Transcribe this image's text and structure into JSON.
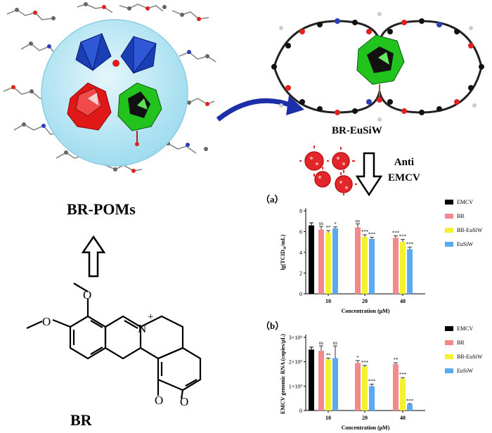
{
  "labels": {
    "br_poms": "BR-POMs",
    "br_eusiw": "BR-EuSiW",
    "br": "BR",
    "anti_line1": "Anti",
    "anti_line2": "EMCV",
    "ring_charge": "+"
  },
  "colors": {
    "emcv": "#000000",
    "br": "#f4888a",
    "br_eusiw": "#f2f230",
    "eusiw": "#5aaaf0",
    "sphere": "#bfe8f5",
    "poly_blue": "#1a3fb4",
    "poly_red": "#e01818",
    "poly_green": "#22c31c",
    "arrow_blue": "#1c2fa8",
    "virus": "#e3262a"
  },
  "chart_data": [
    {
      "type": "bar",
      "panel": "（a）",
      "ylabel": "lg(TCID₅₀/mL)",
      "xlabel": "Concentration (μM)",
      "ylim": [
        0,
        8
      ],
      "yticks": [
        "0",
        "2",
        "4",
        "6",
        "8"
      ],
      "control": {
        "name": "EMCV",
        "value": 6.6,
        "err": 0.25
      },
      "categories": [
        "10",
        "20",
        "40"
      ],
      "series": [
        {
          "name": "BR",
          "values": [
            6.2,
            6.4,
            5.4
          ],
          "err": [
            0.3,
            0.35,
            0.2
          ],
          "sig": [
            "ns",
            "ns",
            "***"
          ]
        },
        {
          "name": "BR-EuSiW",
          "values": [
            5.9,
            5.5,
            5.0
          ],
          "err": [
            0.2,
            0.2,
            0.25
          ],
          "sig": [
            "**",
            "***",
            "***"
          ]
        },
        {
          "name": "EuSiW",
          "values": [
            6.3,
            5.3,
            4.3
          ],
          "err": [
            0.15,
            0.15,
            0.2
          ],
          "sig": [
            "*",
            "***",
            "***"
          ]
        }
      ]
    },
    {
      "type": "bar",
      "panel": "（b）",
      "ylabel": "EMCV genomic RNA (copies/μL)",
      "xlabel": "Concentration (μM)",
      "ylim": [
        0,
        3
      ],
      "yticks": [
        "0",
        "1×10⁹",
        "2×10⁹",
        "3×10⁹"
      ],
      "control": {
        "name": "EMCV",
        "value": 2.5,
        "err": 0.1
      },
      "categories": [
        "10",
        "20",
        "40"
      ],
      "series": [
        {
          "name": "BR",
          "values": [
            2.45,
            1.95,
            1.9
          ],
          "err": [
            0.2,
            0.1,
            0.06
          ],
          "sig": [
            "ns",
            "*",
            "**"
          ]
        },
        {
          "name": "BR-EuSiW",
          "values": [
            2.1,
            1.8,
            1.3
          ],
          "err": [
            0.05,
            0.05,
            0.05
          ],
          "sig": [
            "**",
            "***",
            "***"
          ]
        },
        {
          "name": "EuSiW",
          "values": [
            2.15,
            1.0,
            0.25
          ],
          "err": [
            0.5,
            0.08,
            0.03
          ],
          "sig": [
            "ns",
            "***",
            "***"
          ]
        }
      ]
    }
  ]
}
